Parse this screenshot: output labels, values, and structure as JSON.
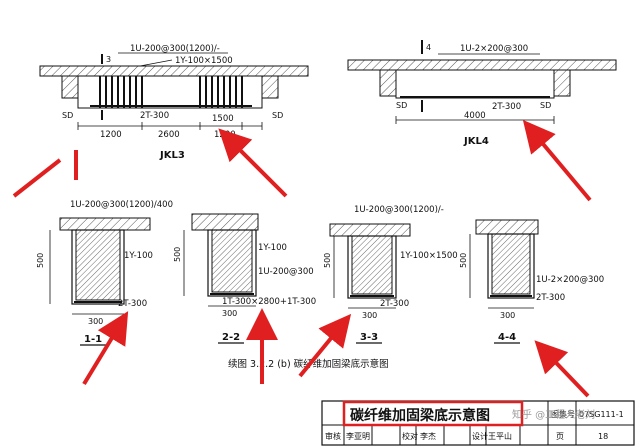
{
  "top_left": {
    "title": "JKL3",
    "label_reinf": "1U-200@300(1200)/-",
    "label_strip": "1Y-100×1500",
    "label_bottom": "2T-300",
    "sec_mark": "3",
    "sd_left": "SD",
    "sd_right": "SD",
    "dims": [
      "1200",
      "2600",
      "1500",
      "1200"
    ]
  },
  "top_right": {
    "title": "JKL4",
    "label_reinf": "1U-2×200@300",
    "label_bottom": "2T-300",
    "sec_mark": "4",
    "sd_left": "SD",
    "sd_right": "SD",
    "dim": "4000"
  },
  "sections": [
    {
      "id": "1-1",
      "height": "500",
      "width": "300",
      "labels": [
        "1U-200@300(1200)/400",
        "1Y-100",
        "2T-300"
      ]
    },
    {
      "id": "2-2",
      "height": "500",
      "width": "300",
      "labels": [
        "1Y-100",
        "1U-200@300",
        "1T-300×2800+1T-300"
      ]
    },
    {
      "id": "3-3",
      "height": "500",
      "width": "300",
      "labels": [
        "1U-200@300(1200)/-",
        "1Y-100×1500",
        "2T-300"
      ]
    },
    {
      "id": "4-4",
      "height": "500",
      "width": "300",
      "labels": [
        "1U-2×200@300",
        "2T-300"
      ]
    }
  ],
  "caption": "续图 3.2.2 (b)   碳纤维加固梁底示意图",
  "title_block": {
    "title": "碳纤维加固梁底示意图",
    "atlas_label": "图集号",
    "atlas_no": "07SG111-1",
    "page_label": "页",
    "page_no": "18",
    "row": [
      "审核",
      "李亚明",
      "校对",
      "李杰",
      "设计",
      "王平山"
    ]
  },
  "watermark": "知乎 @工程人老刘",
  "colors": {
    "line": "#111111",
    "annotation": "#e02020",
    "hatch": "#555555"
  }
}
